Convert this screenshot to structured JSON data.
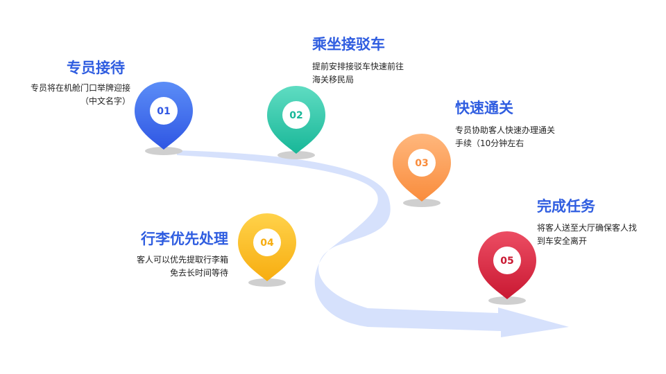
{
  "steps": [
    {
      "num": "01",
      "title": "专员接待",
      "desc1": "专员将在机舱门口举牌迎接",
      "desc2": "（中文名字）",
      "color_top": "#5b8df7",
      "color_bottom": "#2f56e3"
    },
    {
      "num": "02",
      "title": "乘坐接驳车",
      "desc1": "提前安排接驳车快速前往",
      "desc2": "海关移民局",
      "color_top": "#5fdcc2",
      "color_bottom": "#18b798"
    },
    {
      "num": "03",
      "title": "快速通关",
      "desc1": "专员协助客人快速办理通关",
      "desc2": "手续（10分钟左右",
      "color_top": "#ffb77d",
      "color_bottom": "#f98c3c"
    },
    {
      "num": "04",
      "title": "行李优先处理",
      "desc1": "客人可以优先提取行李箱",
      "desc2": "免去长时间等待",
      "color_top": "#ffd24a",
      "color_bottom": "#f7ad10"
    },
    {
      "num": "05",
      "title": "完成任务",
      "desc1": "将客人送至大厅确保客人找",
      "desc2": "到车安全离开",
      "color_top": "#ec4d63",
      "color_bottom": "#c91832"
    }
  ],
  "path_color": "#d6e1fc"
}
